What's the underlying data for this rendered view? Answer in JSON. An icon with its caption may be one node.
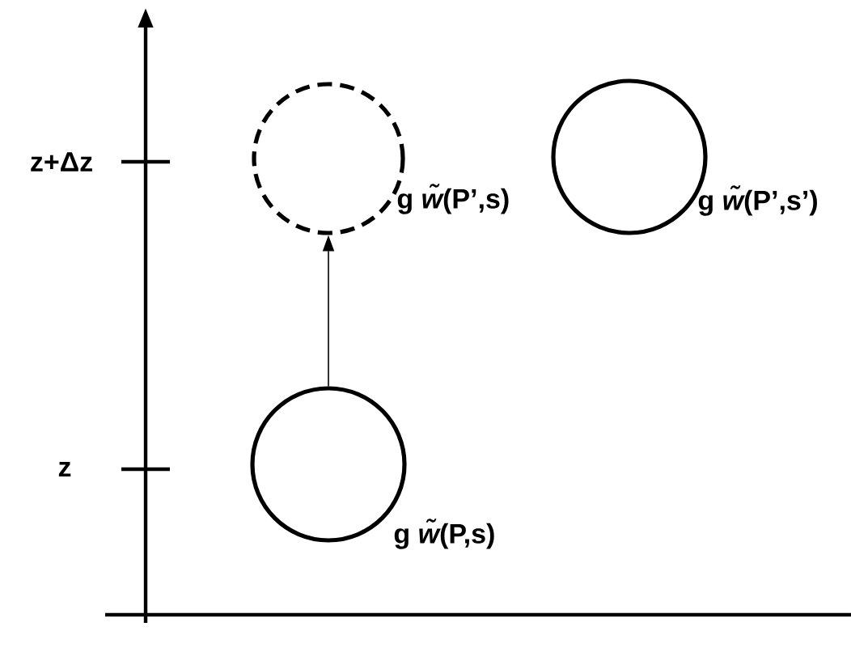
{
  "diagram": {
    "nodes": [
      {
        "text": [],
        "shape": "circle",
        "beside": [
          "g *w̃*(P’,s)"
        ]
      },
      {
        "text": [],
        "shape": "circle",
        "beside": [
          "g *w̃*(P’,s’)"
        ]
      },
      {
        "text": [],
        "shape": "circle",
        "beside": [
          "g *w̃*(P,s)"
        ]
      }
    ],
    "edges": [
      {
        "from": 2,
        "to": 0,
        "arrow": "to"
      }
    ],
    "labels": [
      "z+Δz",
      "z"
    ]
  }
}
